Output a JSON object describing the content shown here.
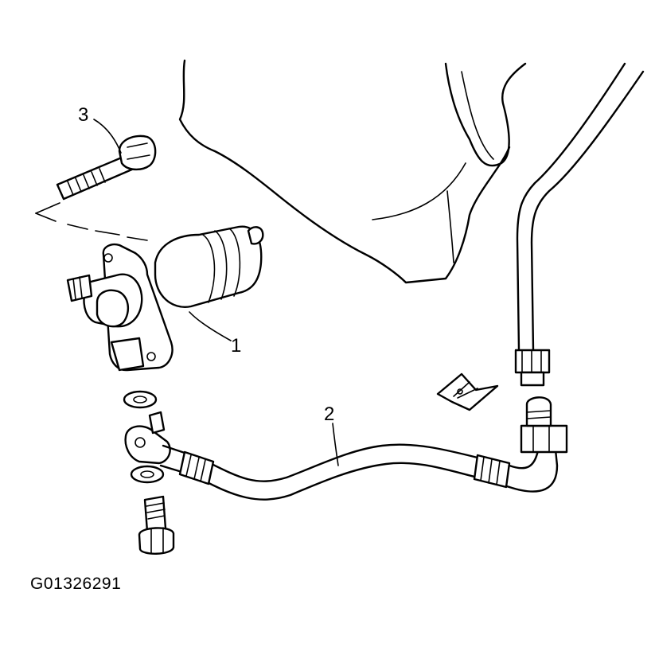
{
  "callouts": {
    "one": "1",
    "two": "2",
    "three": "3"
  },
  "figure_id": "G01326291",
  "colors": {
    "ink": "#000000",
    "paper": "#ffffff"
  }
}
